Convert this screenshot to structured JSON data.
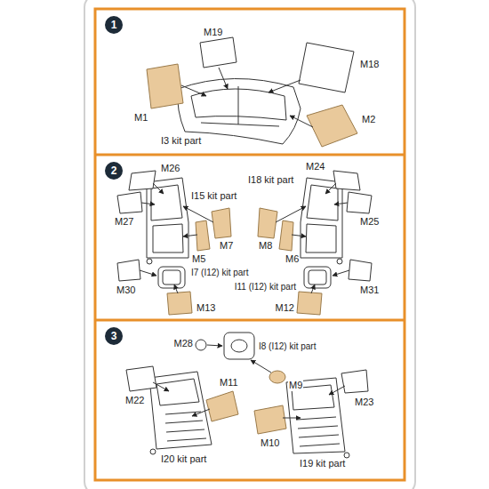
{
  "diagram": {
    "nodes": [
      {
        "text": [
          "1"
        ]
      },
      {
        "text": [
          "2"
        ]
      },
      {
        "text": [
          "3"
        ]
      }
    ],
    "labels": [
      "M19",
      "M18",
      "M1",
      "I3 kit part",
      "M2",
      "M26",
      "M27",
      "I15 kit part",
      "M5",
      "M7",
      "I18 kit part",
      "M24",
      "M25",
      "M8",
      "M6",
      "M30",
      "I7 (I12) kit part",
      "M13",
      "I11 (I12) kit part",
      "M31",
      "M12",
      "M28",
      "I8 (I12) kit part",
      "M9",
      "M22",
      "M11",
      "I20 kit part",
      "M10",
      "M23",
      "I19 kit part"
    ]
  }
}
